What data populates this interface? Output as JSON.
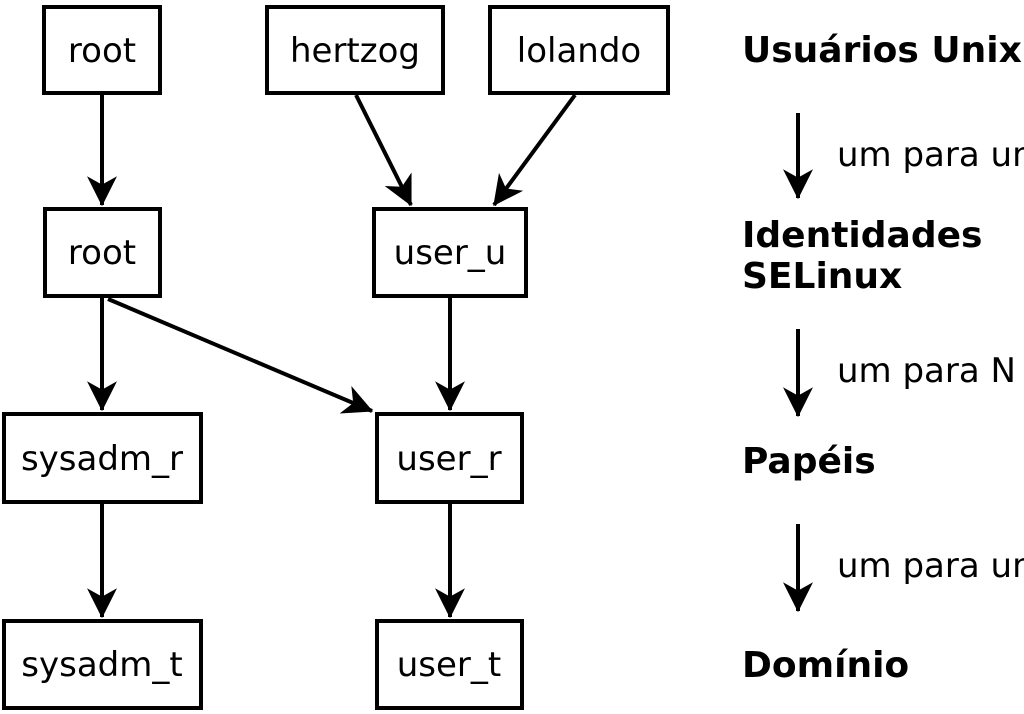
{
  "diagram": {
    "boxes": [
      {
        "id": "root-unix",
        "label": "root"
      },
      {
        "id": "hertzog-unix",
        "label": "hertzog"
      },
      {
        "id": "lolando-unix",
        "label": "lolando"
      },
      {
        "id": "root-identity",
        "label": "root"
      },
      {
        "id": "user-u",
        "label": "user_u"
      },
      {
        "id": "sysadm-r",
        "label": "sysadm_r"
      },
      {
        "id": "user-r",
        "label": "user_r"
      },
      {
        "id": "sysadm-t",
        "label": "sysadm_t"
      },
      {
        "id": "user-t",
        "label": "user_t"
      }
    ],
    "legend": {
      "level1": "Usuários Unix",
      "mapping1": "um para um",
      "level2_line1": "Identidades",
      "level2_line2": "SELinux",
      "mapping2": "um para N",
      "level3": "Papéis",
      "mapping3": "um para um",
      "level4": "Domínio"
    },
    "colors": {
      "foreground": "#000000",
      "box_fill": "#ffffff",
      "background": "#ffffff"
    }
  }
}
